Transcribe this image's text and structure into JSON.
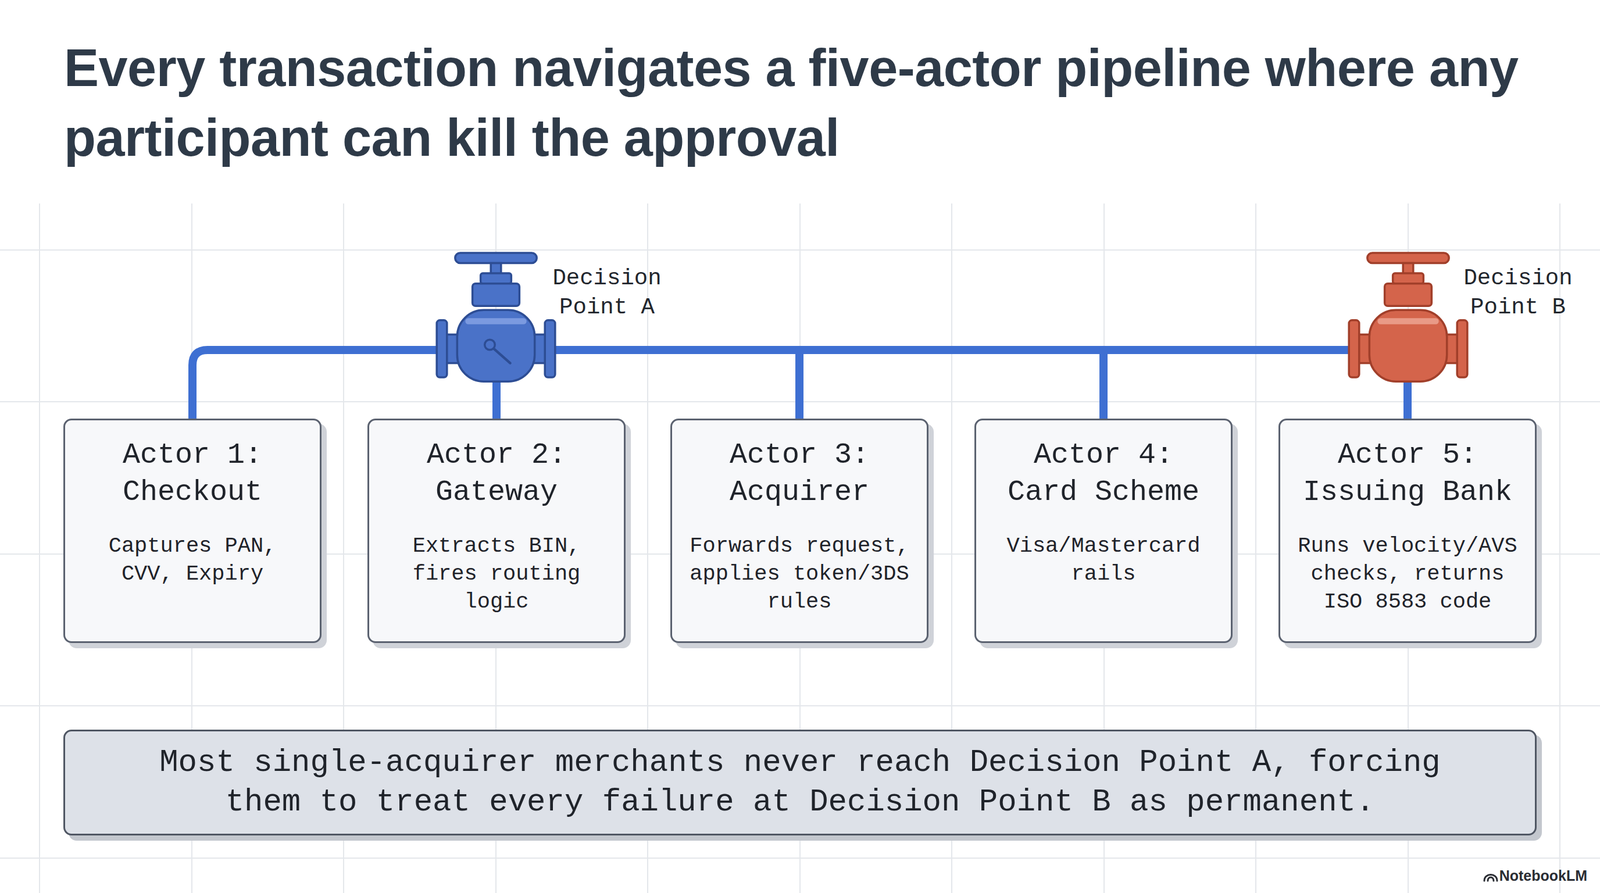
{
  "diagram": {
    "title": "Every transaction navigates a five-actor pipeline where any participant can kill the approval",
    "nodes": [
      {
        "text": [
          "Actor 1: Checkout",
          "Captures PAN, CVV, Expiry"
        ]
      },
      {
        "text": [
          "Actor 2: Gateway",
          "Extracts BIN, fires routing logic"
        ]
      },
      {
        "text": [
          "Actor 3: Acquirer",
          "Forwards request, applies token/3DS rules"
        ]
      },
      {
        "text": [
          "Actor 4: Card Scheme",
          "Visa/Mastercard rails"
        ]
      },
      {
        "text": [
          "Actor 5: Issuing Bank",
          "Runs velocity/AVS checks, returns ISO 8583 code"
        ]
      },
      {
        "text": [
          "Most single-acquirer merchants never reach Decision Point A, forcing them to treat every failure at Decision Point B as permanent."
        ]
      }
    ],
    "edges": [
      {
        "from": 0,
        "to": 1,
        "arrow": "none"
      },
      {
        "from": 1,
        "to": 2,
        "arrow": "none"
      },
      {
        "from": 2,
        "to": 3,
        "arrow": "none"
      },
      {
        "from": 3,
        "to": 4,
        "arrow": "none"
      }
    ],
    "labels": [
      "Decision Point A",
      "Decision Point B",
      "NotebookLM"
    ]
  }
}
